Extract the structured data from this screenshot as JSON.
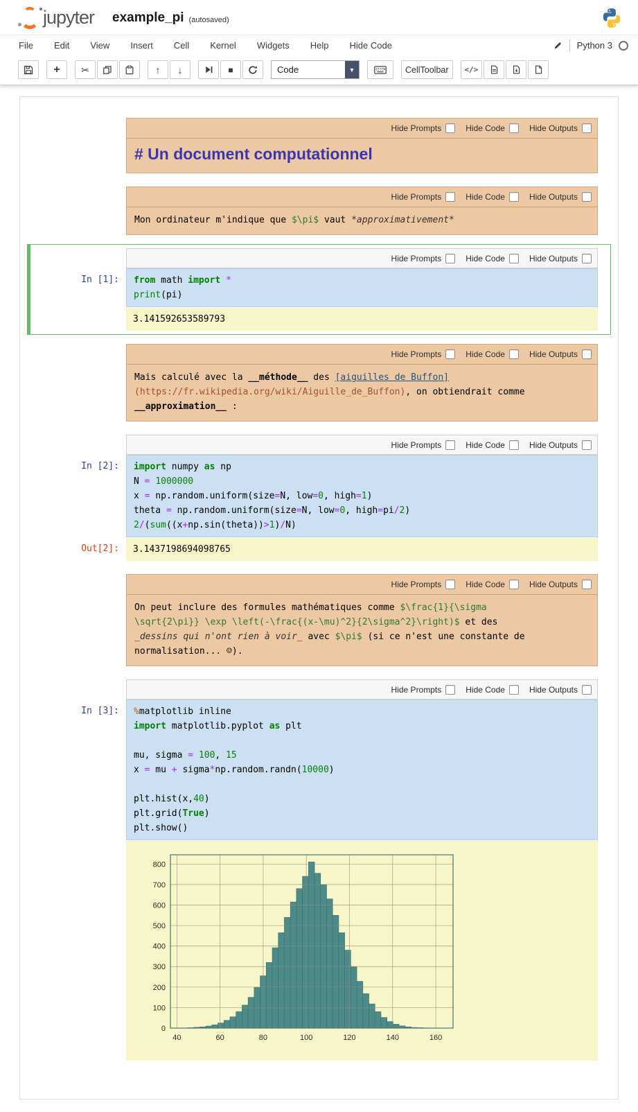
{
  "header": {
    "logo_text": "jupyter",
    "title": "example_pi",
    "autosave": "(autosaved)"
  },
  "menu": {
    "items": [
      "File",
      "Edit",
      "View",
      "Insert",
      "Cell",
      "Kernel",
      "Widgets",
      "Help",
      "Hide Code"
    ],
    "kernel_name": "Python 3"
  },
  "toolbar": {
    "cell_type": "Code",
    "celltoolbar_button": "CellToolbar",
    "code_button": "</>",
    "add_glyph": "+",
    "cut_glyph": "✂",
    "up_glyph": "↑",
    "down_glyph": "↓",
    "stop_glyph": "■",
    "dropdown_arrow": "▼"
  },
  "celltoolbar": {
    "hide_prompts": "Hide Prompts",
    "hide_code": "Hide Code",
    "hide_outputs": "Hide Outputs"
  },
  "cells": [
    {
      "type": "markdown",
      "heading": "# Un document computationnel"
    },
    {
      "type": "markdown",
      "tokens": [
        [
          [
            "p",
            "Mon ordinateur m'indique que "
          ],
          [
            "math",
            "$\\pi$"
          ],
          [
            "p",
            " vaut "
          ],
          [
            "em",
            "*approximativement*"
          ]
        ]
      ]
    },
    {
      "type": "code",
      "prompt_in": "In [1]:",
      "code": [
        [
          [
            "kw",
            "from"
          ],
          [
            "p",
            " math "
          ],
          [
            "kw",
            "import"
          ],
          [
            "p",
            " "
          ],
          [
            "op",
            "*"
          ]
        ],
        [
          [
            "bi",
            "print"
          ],
          [
            "p",
            "(pi)"
          ]
        ]
      ],
      "output": "3.141592653589793"
    },
    {
      "type": "markdown",
      "tokens": [
        [
          [
            "p",
            "Mais calculé avec la "
          ],
          [
            "strong",
            "__méthode__"
          ],
          [
            "p",
            " des "
          ],
          [
            "link",
            "[aiguilles de Buffon]"
          ]
        ],
        [
          [
            "url",
            "(https://fr.wikipedia.org/wiki/Aiguille_de_Buffon)"
          ],
          [
            "p",
            ", on obtiendrait comme"
          ]
        ],
        [
          [
            "strong",
            "__approximation__"
          ],
          [
            "p",
            " :"
          ]
        ]
      ]
    },
    {
      "type": "code",
      "prompt_in": "In [2]:",
      "prompt_out": "Out[2]:",
      "code": [
        [
          [
            "kw",
            "import"
          ],
          [
            "p",
            " numpy "
          ],
          [
            "kw",
            "as"
          ],
          [
            "p",
            " np"
          ]
        ],
        [
          [
            "p",
            "N "
          ],
          [
            "op",
            "="
          ],
          [
            "p",
            " "
          ],
          [
            "num",
            "1000000"
          ]
        ],
        [
          [
            "p",
            "x "
          ],
          [
            "op",
            "="
          ],
          [
            "p",
            " np.random.uniform(size"
          ],
          [
            "op",
            "="
          ],
          [
            "p",
            "N, low"
          ],
          [
            "op",
            "="
          ],
          [
            "num",
            "0"
          ],
          [
            "p",
            ", high"
          ],
          [
            "op",
            "="
          ],
          [
            "num",
            "1"
          ],
          [
            "p",
            ")"
          ]
        ],
        [
          [
            "p",
            "theta "
          ],
          [
            "op",
            "="
          ],
          [
            "p",
            " np.random.uniform(size"
          ],
          [
            "op",
            "="
          ],
          [
            "p",
            "N, low"
          ],
          [
            "op",
            "="
          ],
          [
            "num",
            "0"
          ],
          [
            "p",
            ", high"
          ],
          [
            "op",
            "="
          ],
          [
            "p",
            "pi"
          ],
          [
            "op",
            "/"
          ],
          [
            "num",
            "2"
          ],
          [
            "p",
            ")"
          ]
        ],
        [
          [
            "num",
            "2"
          ],
          [
            "op",
            "/"
          ],
          [
            "p",
            "("
          ],
          [
            "bi",
            "sum"
          ],
          [
            "p",
            "((x"
          ],
          [
            "op",
            "+"
          ],
          [
            "p",
            "np.sin(theta))"
          ],
          [
            "op",
            ">"
          ],
          [
            "num",
            "1"
          ],
          [
            "p",
            ")"
          ],
          [
            "op",
            "/"
          ],
          [
            "p",
            "N)"
          ]
        ]
      ],
      "output": "3.1437198694098765"
    },
    {
      "type": "markdown",
      "tokens": [
        [
          [
            "p",
            "On peut inclure des formules mathématiques comme "
          ],
          [
            "math",
            "$\\frac{1}{\\sigma"
          ]
        ],
        [
          [
            "math",
            "\\sqrt{2\\pi}} \\exp \\left(-\\frac{(x-\\mu)^2}{2\\sigma^2}\\right)$"
          ],
          [
            "p",
            " et des"
          ]
        ],
        [
          [
            "em",
            "_dessins qui n'ont rien à voir_"
          ],
          [
            "p",
            " avec "
          ],
          [
            "math",
            "$\\pi$"
          ],
          [
            "p",
            " (si ce n'est une constante de"
          ]
        ],
        [
          [
            "p",
            "normalisation... ☺)."
          ]
        ]
      ]
    },
    {
      "type": "code",
      "prompt_in": "In [3]:",
      "code": [
        [
          [
            "magic",
            "%"
          ],
          [
            "p",
            "matplotlib inline"
          ]
        ],
        [
          [
            "kw",
            "import"
          ],
          [
            "p",
            " matplotlib.pyplot "
          ],
          [
            "kw",
            "as"
          ],
          [
            "p",
            " plt"
          ]
        ],
        [],
        [
          [
            "p",
            "mu, sigma "
          ],
          [
            "op",
            "="
          ],
          [
            "p",
            " "
          ],
          [
            "num",
            "100"
          ],
          [
            "p",
            ", "
          ],
          [
            "num",
            "15"
          ]
        ],
        [
          [
            "p",
            "x "
          ],
          [
            "op",
            "="
          ],
          [
            "p",
            " mu "
          ],
          [
            "op",
            "+"
          ],
          [
            "p",
            " sigma"
          ],
          [
            "op",
            "*"
          ],
          [
            "p",
            "np.random.randn("
          ],
          [
            "num",
            "10000"
          ],
          [
            "p",
            ")"
          ]
        ],
        [],
        [
          [
            "p",
            "plt.hist(x,"
          ],
          [
            "num",
            "40"
          ],
          [
            "p",
            ")"
          ]
        ],
        [
          [
            "p",
            "plt.grid("
          ],
          [
            "kw",
            "True"
          ],
          [
            "p",
            ")"
          ]
        ],
        [
          [
            "p",
            "plt.show()"
          ]
        ]
      ]
    }
  ],
  "chart_data": {
    "type": "bar",
    "title": "",
    "xlabel": "",
    "ylabel": "",
    "legend": "off",
    "grid": true,
    "x_ticks": [
      40,
      60,
      80,
      100,
      120,
      140,
      160
    ],
    "y_ticks": [
      0,
      100,
      200,
      300,
      400,
      500,
      600,
      700,
      800
    ],
    "xlim": [
      37,
      168
    ],
    "ylim": [
      0,
      845
    ],
    "bin_start": 45,
    "bin_width": 2.8,
    "values": [
      2,
      4,
      6,
      10,
      16,
      25,
      38,
      55,
      80,
      112,
      150,
      198,
      255,
      320,
      392,
      465,
      540,
      615,
      680,
      740,
      810,
      755,
      700,
      630,
      550,
      465,
      380,
      300,
      228,
      168,
      118,
      80,
      52,
      32,
      19,
      11,
      6,
      3,
      2,
      1
    ],
    "bar_color": "#4d8a8a",
    "bar_edge": "#3c6f6f",
    "spine_color": "#4d7373"
  }
}
